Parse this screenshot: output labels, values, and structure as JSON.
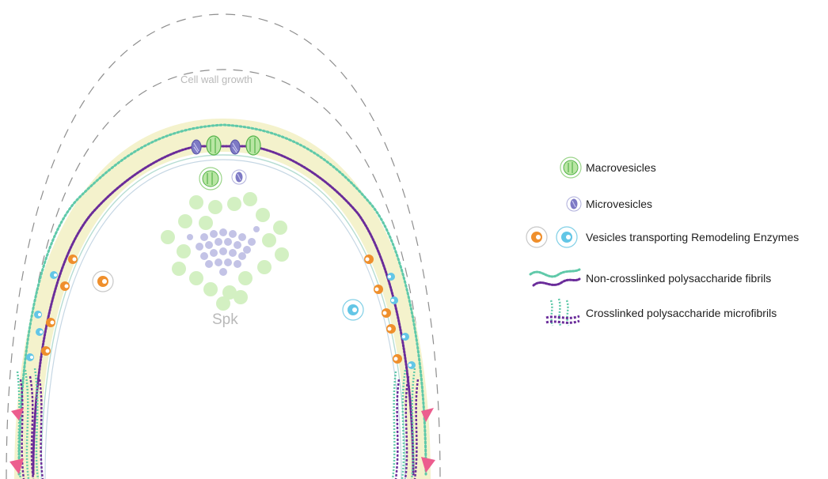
{
  "diagram": {
    "labels": {
      "growth": "Cell wall growth",
      "spk": "Spk"
    },
    "legend": [
      {
        "icon": "macrovesicle-icon",
        "label": "Macrovesicles"
      },
      {
        "icon": "microvesicle-icon",
        "label": "Microvesicles"
      },
      {
        "icon": "remodeling-enzyme-vesicle-icon",
        "label": "Vesicles transporting Remodeling Enzymes"
      },
      {
        "icon": "non-crosslinked-fibril-icon",
        "label": "Non-crosslinked polysaccharide fibrils"
      },
      {
        "icon": "crosslinked-microfibril-icon",
        "label": "Crosslinked polysaccharide microfibrils"
      }
    ],
    "colors": {
      "cell_wall": "#f4f2cc",
      "macrovesicle": "#b9e6a4",
      "microvesicle": "#7d79c4",
      "enzyme_orange": "#ef8f2c",
      "enzyme_cyan": "#63c6e6",
      "fibril_green": "#5fc9a9",
      "fibril_purple": "#6a2c9a",
      "pink": "#ec5d8e",
      "spk_vesicle": "#d3f0c2",
      "spk_micro": "#c3c3e6"
    }
  }
}
